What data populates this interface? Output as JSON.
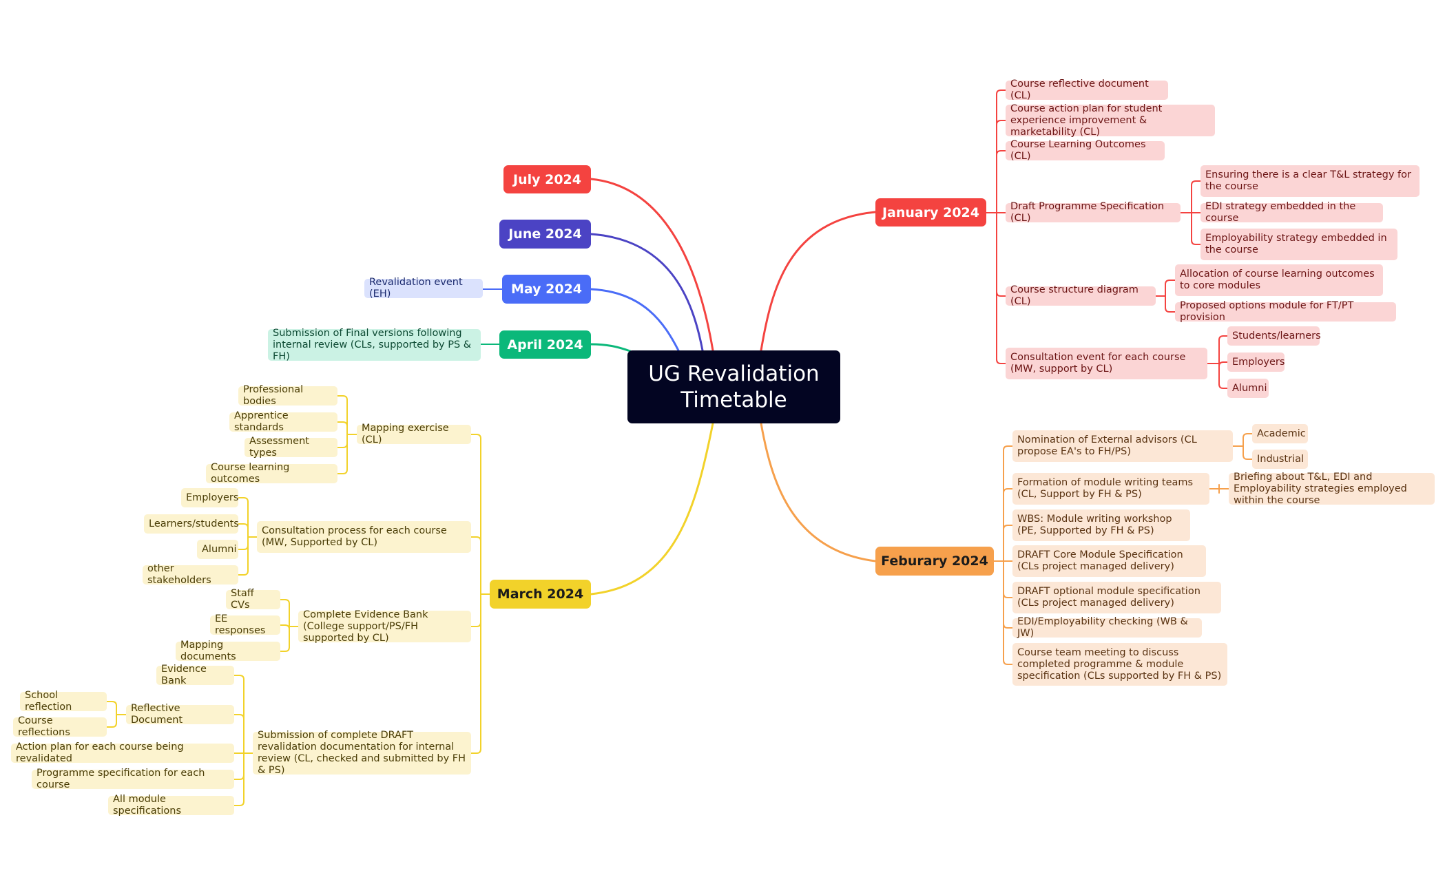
{
  "root": {
    "line1": "UG Revalidation",
    "line2": "Timetable"
  },
  "colors": {
    "january": "#f44340",
    "february": "#f6a04c",
    "march": "#f2d22a",
    "april": "#0bb87a",
    "may": "#4a6cf7",
    "june": "#4b43c4",
    "july": "#f44340",
    "root_bg": "#030522"
  },
  "months": {
    "july": "July 2024",
    "june": "June 2024",
    "may": "May 2024",
    "april": "April 2024",
    "march": "March 2024",
    "january": "January 2024",
    "february": "Feburary 2024"
  },
  "may": {
    "items": [
      "Revalidation event (EH)"
    ]
  },
  "april": {
    "items": [
      "Submission of Final versions following internal review (CLs, supported by PS & FH)"
    ]
  },
  "january": {
    "items": [
      "Course reflective document (CL)",
      "Course action plan for student experience improvement & marketability (CL)",
      "Course Learning Outcomes (CL)",
      "Draft Programme Specification (CL)",
      "Course structure diagram (CL)",
      "Consultation event for each course (MW, support by CL)"
    ],
    "draft_spec_children": [
      "Ensuring there is a clear T&L strategy for the course",
      "EDI strategy embedded in the course",
      "Employability strategy embedded in the course"
    ],
    "structure_children": [
      "Allocation of course learning outcomes to core modules",
      "Proposed options module for FT/PT provision"
    ],
    "consultation_children": [
      "Students/learners",
      "Employers",
      "Alumni"
    ]
  },
  "february": {
    "items": [
      "Nomination of External advisors (CL propose EA's to FH/PS)",
      "Formation of module writing teams (CL, Support by FH & PS)",
      "WBS: Module writing workshop (PE, Supported by FH & PS)",
      "DRAFT Core Module Specification (CLs project managed delivery)",
      "DRAFT optional module specification (CLs project managed delivery)",
      "EDI/Employability checking (WB & JW)",
      "Course team meeting to discuss completed programme & module specification (CLs supported by FH & PS)"
    ],
    "nomination_children": [
      "Academic",
      "Industrial"
    ],
    "formation_children": [
      "Briefing about T&L, EDI and Employability strategies employed within the course"
    ]
  },
  "march": {
    "items": [
      "Mapping exercise (CL)",
      "Consultation process for each course (MW, Supported by CL)",
      "Complete Evidence Bank (College support/PS/FH supported by CL)",
      "Submission of complete DRAFT revalidation documentation for internal review (CL, checked and submitted by FH & PS)"
    ],
    "mapping_children": [
      "Professional bodies",
      "Apprentice standards",
      "Assessment types",
      "Course learning outcomes"
    ],
    "consultation_children": [
      "Employers",
      "Learners/students",
      "Alumni",
      "other stakeholders"
    ],
    "evidence_children": [
      "Staff CVs",
      "EE responses",
      "Mapping documents"
    ],
    "submission_children": [
      "Evidence Bank",
      "Reflective Document",
      "Action plan for each course being revalidated",
      "Programme specification for each course",
      "All module specifications"
    ],
    "reflective_children": [
      "School reflection",
      "Course reflections"
    ]
  }
}
